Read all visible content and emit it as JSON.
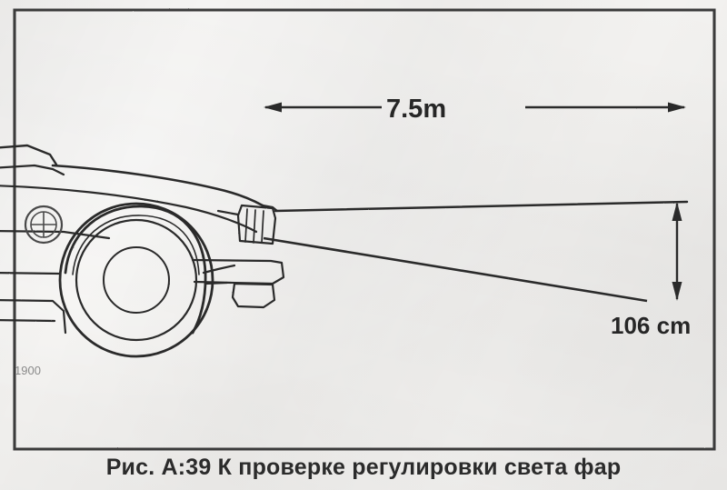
{
  "figure": {
    "caption": "Рис. A:39 К проверке регулировки света фар",
    "frame_color": "#3a3a3a",
    "ink_color": "#2b2b2b",
    "paper_color": "#f2f1ef"
  },
  "diagram": {
    "title_note": "headlight-aim-check-diagram",
    "horizontal_dimension": {
      "label": "7.5m",
      "name": "distance-car-to-wall"
    },
    "vertical_dimension": {
      "label": "106 cm",
      "name": "beam-drop-height"
    },
    "vehicle": {
      "name": "bmw-front-three-quarter-outline",
      "badge": "bmw-roundel",
      "stamp": "1900"
    },
    "elements": {
      "wall_line": "projection-wall",
      "reference_line": "beam-reference-line",
      "ground_line": "ground-line",
      "upper_beam": "upper-beam-ray",
      "lower_beam": "lower-beam-ray"
    }
  },
  "chart_data": {
    "type": "diagram",
    "title": "Рис. A:39 К проверке регулировки света фар",
    "annotations": [
      {
        "label": "7.5m",
        "kind": "horizontal-dimension",
        "value": 7.5,
        "unit": "m"
      },
      {
        "label": "106 cm",
        "kind": "vertical-dimension",
        "value": 106,
        "unit": "cm"
      }
    ]
  }
}
